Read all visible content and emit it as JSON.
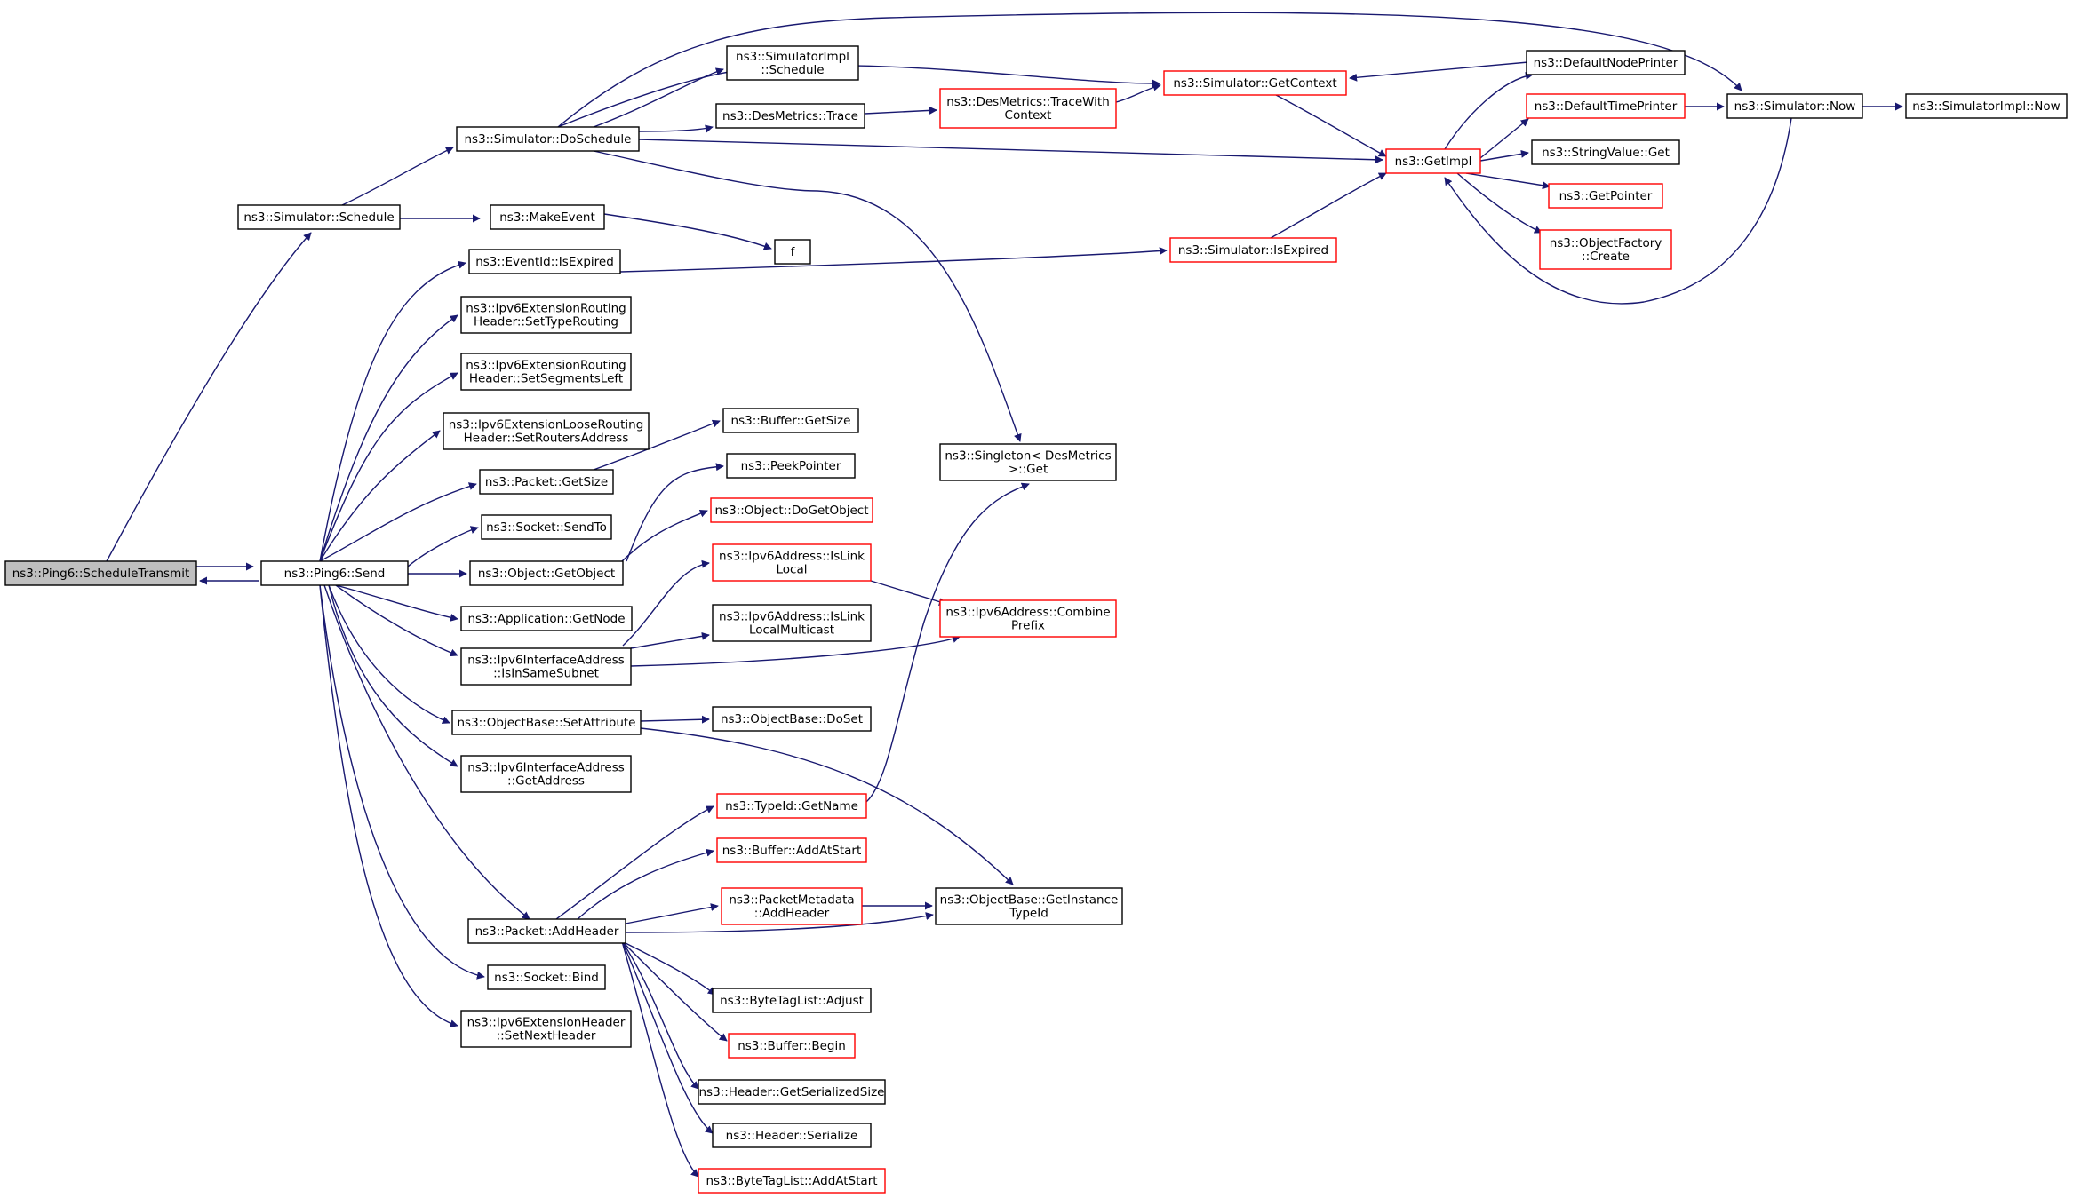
{
  "nodes": [
    {
      "id": "n1",
      "lines": [
        "ns3::Ping6::ScheduleTransmit"
      ],
      "color": "gray"
    },
    {
      "id": "n2",
      "lines": [
        "ns3::Ping6::Send"
      ],
      "color": "black"
    },
    {
      "id": "n3",
      "lines": [
        "ns3::Simulator::Schedule"
      ],
      "color": "black"
    },
    {
      "id": "n4",
      "lines": [
        "ns3::Simulator::DoSchedule"
      ],
      "color": "black"
    },
    {
      "id": "n5",
      "lines": [
        "ns3::MakeEvent"
      ],
      "color": "black"
    },
    {
      "id": "n6",
      "lines": [
        "f"
      ],
      "color": "black"
    },
    {
      "id": "n7",
      "lines": [
        "ns3::SimulatorImpl",
        "::Schedule"
      ],
      "color": "black"
    },
    {
      "id": "n8",
      "lines": [
        "ns3::DesMetrics::Trace"
      ],
      "color": "black"
    },
    {
      "id": "n9",
      "lines": [
        "ns3::DesMetrics::TraceWith",
        "Context"
      ],
      "color": "red"
    },
    {
      "id": "n10",
      "lines": [
        "ns3::Simulator::GetContext"
      ],
      "color": "red"
    },
    {
      "id": "n11",
      "lines": [
        "ns3::GetImpl"
      ],
      "color": "red"
    },
    {
      "id": "n12",
      "lines": [
        "ns3::DefaultNodePrinter"
      ],
      "color": "black"
    },
    {
      "id": "n13",
      "lines": [
        "ns3::DefaultTimePrinter"
      ],
      "color": "red"
    },
    {
      "id": "n14",
      "lines": [
        "ns3::Simulator::Now"
      ],
      "color": "black"
    },
    {
      "id": "n15",
      "lines": [
        "ns3::SimulatorImpl::Now"
      ],
      "color": "black"
    },
    {
      "id": "n16",
      "lines": [
        "ns3::StringValue::Get"
      ],
      "color": "black"
    },
    {
      "id": "n17",
      "lines": [
        "ns3::GetPointer"
      ],
      "color": "red"
    },
    {
      "id": "n18",
      "lines": [
        "ns3::ObjectFactory",
        "::Create"
      ],
      "color": "red"
    },
    {
      "id": "n19",
      "lines": [
        "ns3::EventId::IsExpired"
      ],
      "color": "black"
    },
    {
      "id": "n20",
      "lines": [
        "ns3::Simulator::IsExpired"
      ],
      "color": "red"
    },
    {
      "id": "n21",
      "lines": [
        "ns3::Ipv6ExtensionRouting",
        "Header::SetTypeRouting"
      ],
      "color": "black"
    },
    {
      "id": "n22",
      "lines": [
        "ns3::Ipv6ExtensionRouting",
        "Header::SetSegmentsLeft"
      ],
      "color": "black"
    },
    {
      "id": "n23",
      "lines": [
        "ns3::Ipv6ExtensionLooseRouting",
        "Header::SetRoutersAddress"
      ],
      "color": "black"
    },
    {
      "id": "n24",
      "lines": [
        "ns3::Packet::GetSize"
      ],
      "color": "black"
    },
    {
      "id": "n25",
      "lines": [
        "ns3::Buffer::GetSize"
      ],
      "color": "black"
    },
    {
      "id": "n26",
      "lines": [
        "ns3::Socket::SendTo"
      ],
      "color": "black"
    },
    {
      "id": "n27",
      "lines": [
        "ns3::Object::GetObject"
      ],
      "color": "black"
    },
    {
      "id": "n28",
      "lines": [
        "ns3::PeekPointer"
      ],
      "color": "black"
    },
    {
      "id": "n29",
      "lines": [
        "ns3::Object::DoGetObject"
      ],
      "color": "red"
    },
    {
      "id": "n30",
      "lines": [
        "ns3::Singleton< DesMetrics",
        " >::Get"
      ],
      "color": "black"
    },
    {
      "id": "n31",
      "lines": [
        "ns3::Application::GetNode"
      ],
      "color": "black"
    },
    {
      "id": "n32",
      "lines": [
        "ns3::Ipv6InterfaceAddress",
        "::IsInSameSubnet"
      ],
      "color": "black"
    },
    {
      "id": "n33",
      "lines": [
        "ns3::Ipv6Address::IsLink",
        "Local"
      ],
      "color": "red"
    },
    {
      "id": "n34",
      "lines": [
        "ns3::Ipv6Address::IsLink",
        "LocalMulticast"
      ],
      "color": "black"
    },
    {
      "id": "n35",
      "lines": [
        "ns3::Ipv6Address::Combine",
        "Prefix"
      ],
      "color": "red"
    },
    {
      "id": "n36",
      "lines": [
        "ns3::ObjectBase::SetAttribute"
      ],
      "color": "black"
    },
    {
      "id": "n37",
      "lines": [
        "ns3::ObjectBase::DoSet"
      ],
      "color": "black"
    },
    {
      "id": "n38",
      "lines": [
        "ns3::Ipv6InterfaceAddress",
        "::GetAddress"
      ],
      "color": "black"
    },
    {
      "id": "n39",
      "lines": [
        "ns3::TypeId::GetName"
      ],
      "color": "red"
    },
    {
      "id": "n40",
      "lines": [
        "ns3::Buffer::AddAtStart"
      ],
      "color": "red"
    },
    {
      "id": "n41",
      "lines": [
        "ns3::PacketMetadata",
        "::AddHeader"
      ],
      "color": "red"
    },
    {
      "id": "n42",
      "lines": [
        "ns3::ObjectBase::GetInstance",
        "TypeId"
      ],
      "color": "black"
    },
    {
      "id": "n43",
      "lines": [
        "ns3::Packet::AddHeader"
      ],
      "color": "black"
    },
    {
      "id": "n44",
      "lines": [
        "ns3::ByteTagList::Adjust"
      ],
      "color": "black"
    },
    {
      "id": "n45",
      "lines": [
        "ns3::Buffer::Begin"
      ],
      "color": "red"
    },
    {
      "id": "n46",
      "lines": [
        "ns3::Header::GetSerializedSize"
      ],
      "color": "black"
    },
    {
      "id": "n47",
      "lines": [
        "ns3::Header::Serialize"
      ],
      "color": "black"
    },
    {
      "id": "n48",
      "lines": [
        "ns3::ByteTagList::AddAtStart"
      ],
      "color": "red"
    },
    {
      "id": "n49",
      "lines": [
        "ns3::Socket::Bind"
      ],
      "color": "black"
    },
    {
      "id": "n50",
      "lines": [
        "ns3::Ipv6ExtensionHeader",
        "::SetNextHeader"
      ],
      "color": "black"
    }
  ]
}
